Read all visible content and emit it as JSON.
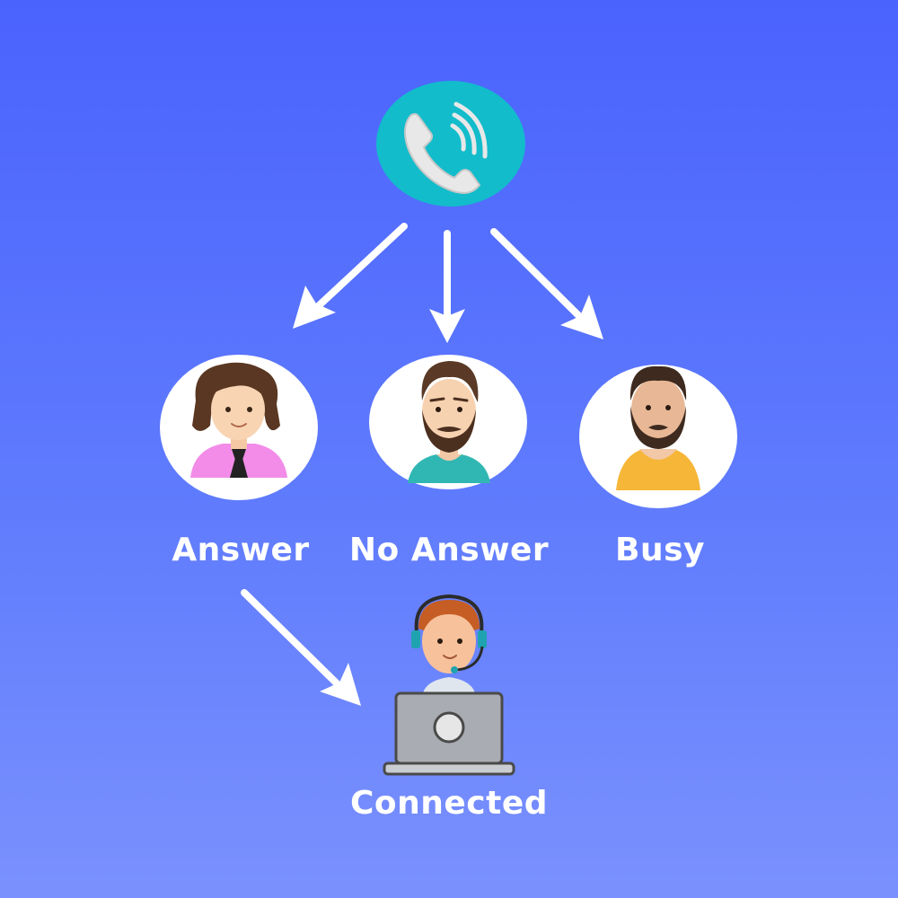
{
  "labels": {
    "answer": "Answer",
    "no_answer": "No Answer",
    "busy": "Busy",
    "connected": "Connected"
  },
  "icons": {
    "phone": "phone-icon",
    "answer_person": "woman-avatar-icon",
    "no_answer_person": "bearded-man-avatar-icon",
    "busy_person": "bearded-man-yellow-shirt-avatar-icon",
    "agent": "call-center-agent-icon"
  },
  "colors": {
    "background_top": "#4a63fd",
    "background_bottom": "#7a91fd",
    "phone_circle": "#12bccb",
    "arrow": "#ffffff",
    "label": "#ffffff"
  }
}
